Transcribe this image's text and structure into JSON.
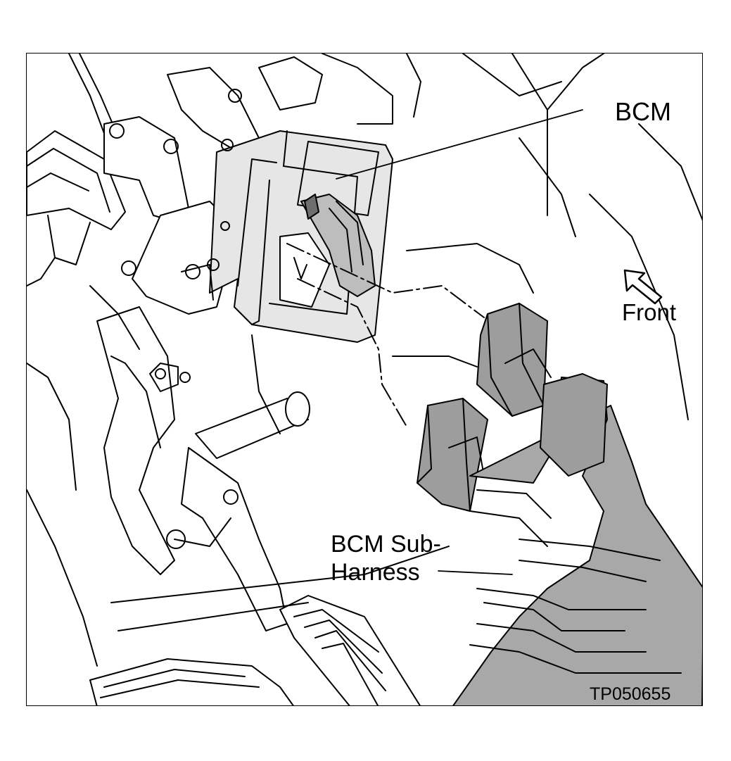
{
  "labels": {
    "bcm": "BCM",
    "front": "Front",
    "sub_harness_line1": "BCM Sub-",
    "sub_harness_line2": "Harness",
    "figure_code": "TP050655"
  },
  "colors": {
    "line": "#000000",
    "module_fill": "#e6e6e6",
    "connector_fill": "#9d9d9d",
    "harness_fill": "#a8a8a8",
    "background": "#ffffff"
  }
}
